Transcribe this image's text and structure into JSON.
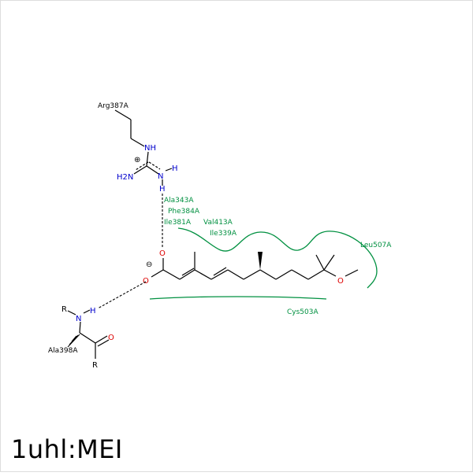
{
  "title": "1uhl:MEI",
  "residues": {
    "arg": "Arg387A",
    "ala343": "Ala343A",
    "phe384": "Phe384A",
    "ile381": "Ile381A",
    "val413": "Val413A",
    "ile339": "Ile339A",
    "leu507": "Leu507A",
    "cys503": "Cys503A",
    "ala398": "Ala398A"
  },
  "atoms": {
    "nh": "NH",
    "n": "N",
    "h": "H",
    "nh2": "H2N",
    "o": "O",
    "r": "R",
    "plus": "⊕",
    "minus": "⊖"
  },
  "colors": {
    "bond": "#000000",
    "nitrogen": "#0000cc",
    "oxygen": "#dd0000",
    "hydrophobic": "#009040"
  }
}
